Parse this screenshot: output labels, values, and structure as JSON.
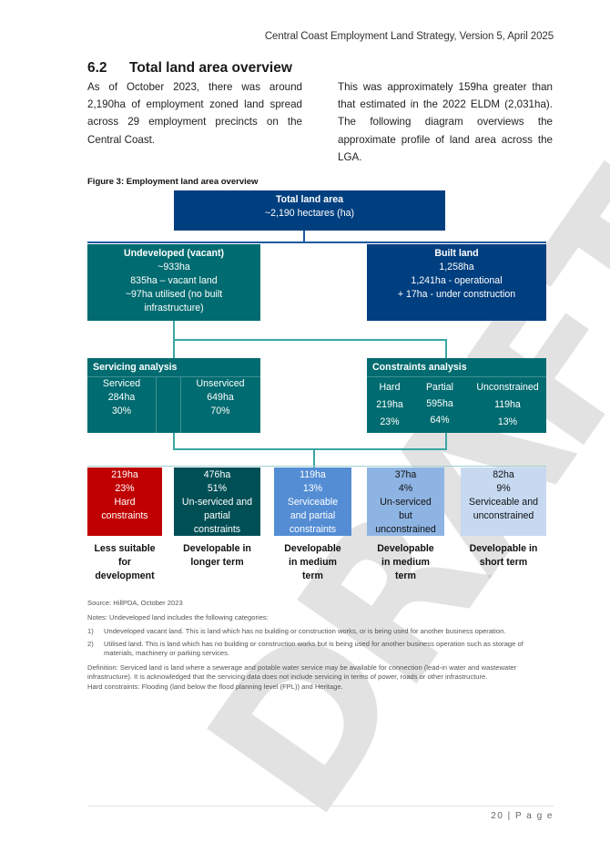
{
  "header": {
    "running_title": "Central Coast Employment Land Strategy, Version 5, April 2025"
  },
  "section": {
    "number": "6.2",
    "title": "Total land area overview"
  },
  "paragraphs": [
    "As of October 2023, there was around 2,190ha of employment zoned land spread across 29 employment precincts on the Central Coast.",
    "This was approximately 159ha greater than that estimated in the 2022 ELDM (2,031ha). The following diagram overviews the approximate profile of land area across the LGA."
  ],
  "figure": {
    "caption": "Figure 3: Employment land area overview",
    "colors": {
      "navy": "#003f7f",
      "teal": "#006b70",
      "dark_teal": "#004f55",
      "red": "#c00000",
      "blue_mid": "#548dd4",
      "blue_light": "#8eb4e3",
      "blue_pale": "#c6d9f1",
      "connector": "#3aa6a6"
    },
    "total": {
      "title": "Total land area",
      "value": "~2,190 hectares (ha)"
    },
    "undeveloped": {
      "title": "Undeveloped (vacant)",
      "lines": [
        "~933ha",
        "835ha – vacant land",
        "~97ha utilised (no built",
        "infrastructure)"
      ]
    },
    "built": {
      "title": "Built land",
      "lines": [
        "1,258ha",
        "1,241ha - operational",
        "+ 17ha - under construction"
      ]
    },
    "servicing": {
      "title": "Servicing analysis",
      "columns": [
        {
          "label": "Serviced",
          "area": "284ha",
          "pct": "30%"
        },
        {
          "label": "Unserviced",
          "area": "649ha",
          "pct": "70%"
        }
      ]
    },
    "constraints": {
      "title": "Constraints analysis",
      "columns": [
        {
          "label": "Hard",
          "area": "219ha",
          "pct": "23%"
        },
        {
          "label": "Partial",
          "area": "595ha",
          "pct": "64%"
        },
        {
          "label": "Unconstrained",
          "area": "119ha",
          "pct": "13%"
        }
      ]
    },
    "categories": [
      {
        "area": "219ha",
        "pct": "23%",
        "desc1": "Hard",
        "desc2": "constraints",
        "desc3": "",
        "outcome1": "Less suitable",
        "outcome2": "for",
        "outcome3": "development"
      },
      {
        "area": "476ha",
        "pct": "51%",
        "desc1": "Un-serviced and",
        "desc2": "partial",
        "desc3": "constraints",
        "outcome1": "Developable in",
        "outcome2": "longer term",
        "outcome3": ""
      },
      {
        "area": "119ha",
        "pct": "13%",
        "desc1": "Serviceable",
        "desc2": "and partial",
        "desc3": "constraints",
        "outcome1": "Developable",
        "outcome2": "in medium",
        "outcome3": "term"
      },
      {
        "area": "37ha",
        "pct": "4%",
        "desc1": "Un-serviced",
        "desc2": "but",
        "desc3": "unconstrained",
        "outcome1": "Developable",
        "outcome2": "in medium",
        "outcome3": "term"
      },
      {
        "area": "82ha",
        "pct": "9%",
        "desc1": "Serviceable and",
        "desc2": "unconstrained",
        "desc3": "",
        "outcome1": "Developable in",
        "outcome2": "short term",
        "outcome3": ""
      }
    ]
  },
  "notes": {
    "source": "Source: HillPDA, October 2023",
    "intro": "Notes: Undeveloped land includes the following categories:",
    "items": [
      {
        "n": "1)",
        "text": "Undeveloped vacant land. This is land which has no building or construction works, or is being used for another business operation."
      },
      {
        "n": "2)",
        "text": "Utilised land. This is land which has no building or construction works but is being used for another business operation such as storage of materials, machinery or parking services."
      }
    ],
    "definition": "Definition: Serviced land is land where a sewerage and potable water service may be available for connection (lead-in water and wastewater infrastructure). It is acknowledged that the servicing data does not include servicing in terms of power, roads or other infrastructure.",
    "hard_constraints": "Hard constraints:  Flooding (land below the flood planning level (FPL)) and Heritage."
  },
  "watermark": "DRAFT",
  "footer": {
    "page": "20 | P a g e"
  }
}
